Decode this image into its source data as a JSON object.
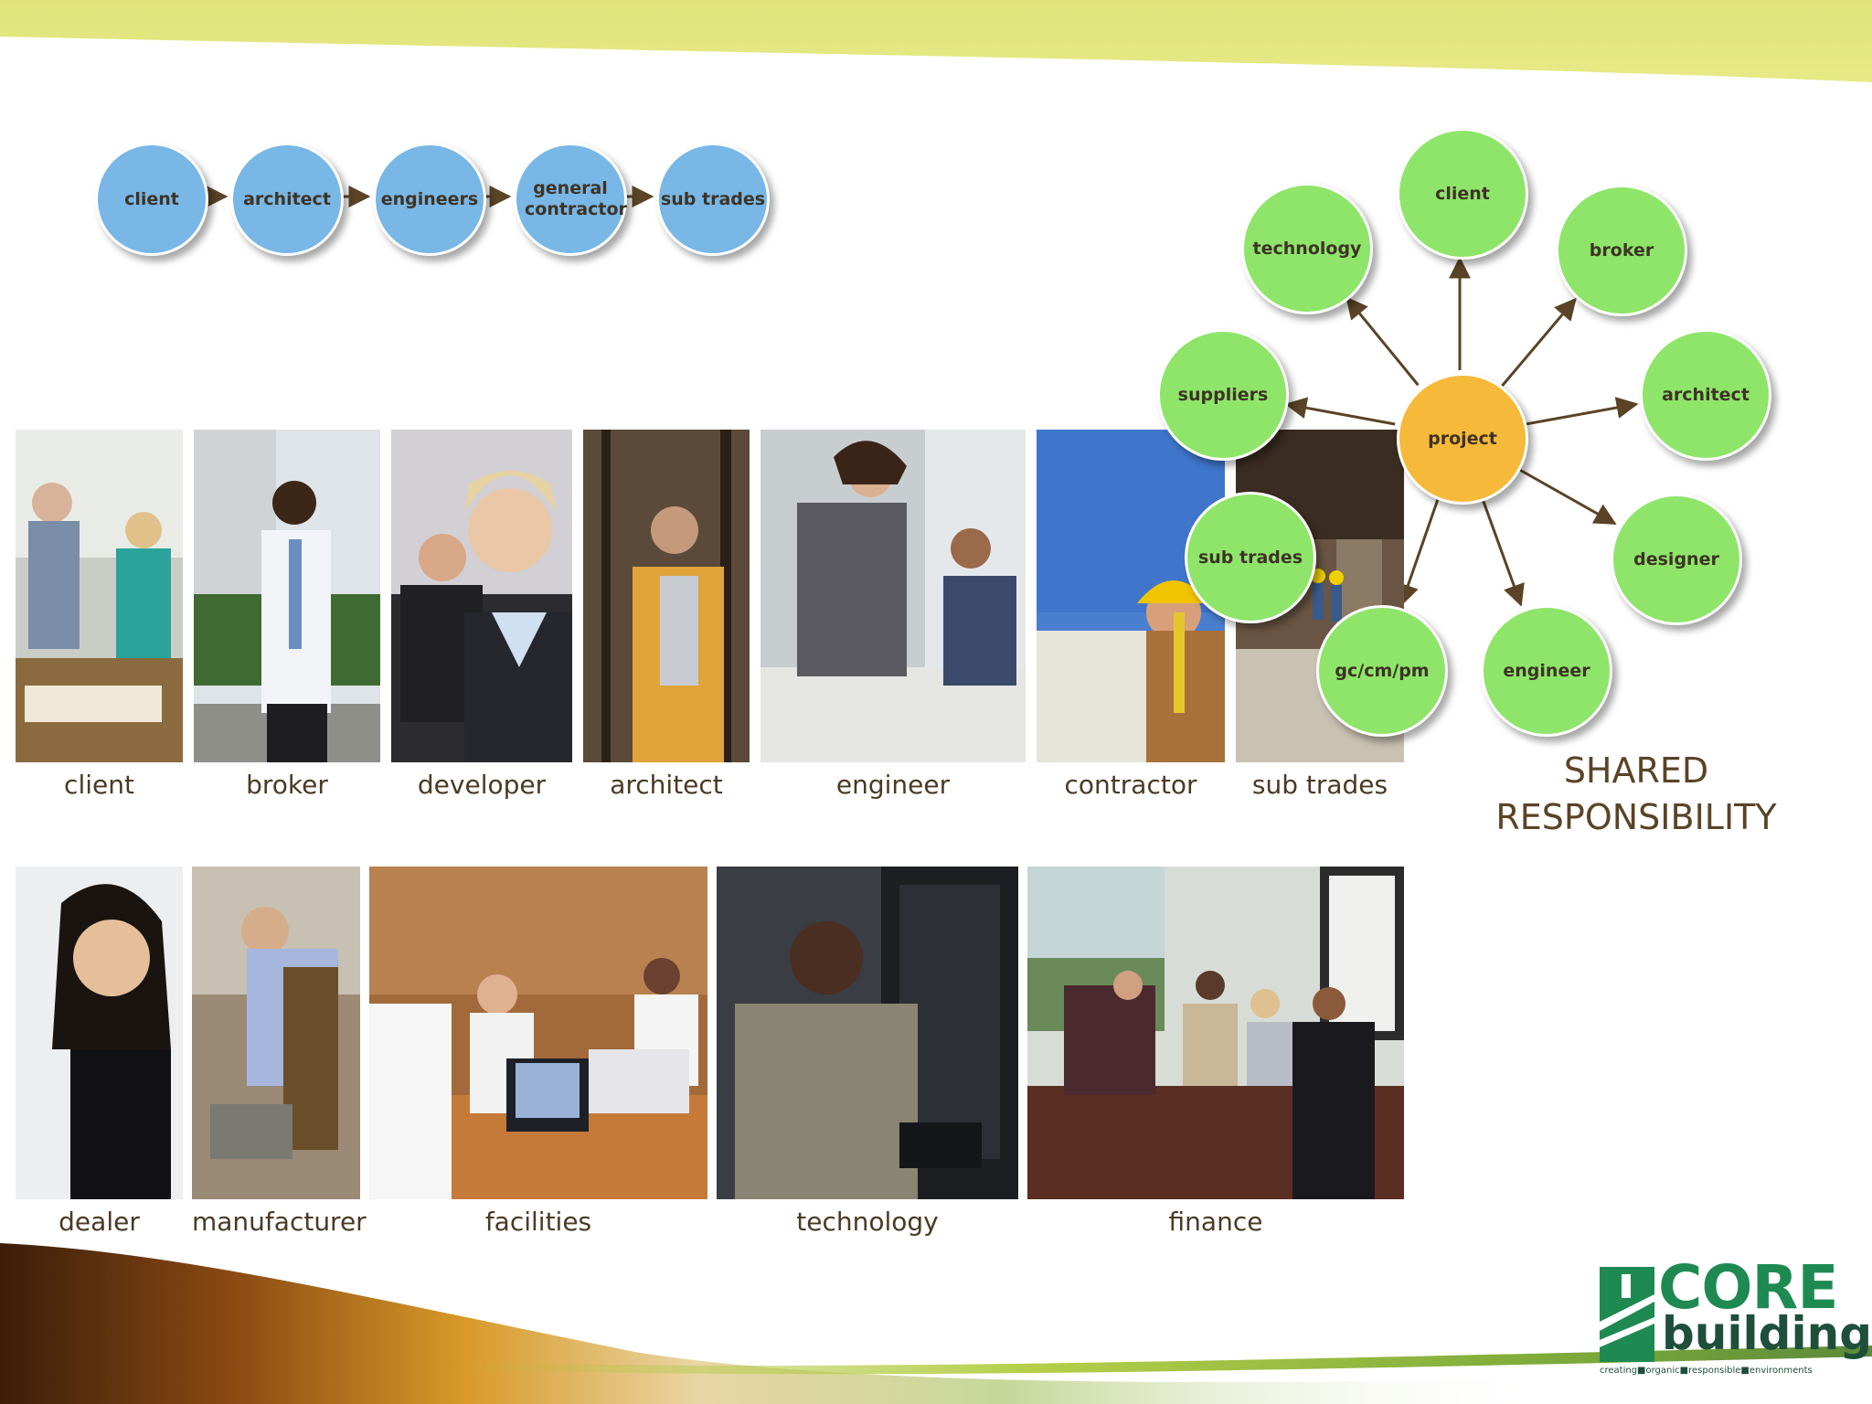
{
  "linear_flow": {
    "nodes": [
      "client",
      "architect",
      "engineers",
      "general contractor",
      "sub trades"
    ]
  },
  "hub": {
    "center": "project",
    "spokes": [
      "client",
      "broker",
      "architect",
      "designer",
      "engineer",
      "gc/cm/pm",
      "sub trades",
      "suppliers",
      "technology"
    ]
  },
  "row1_captions": [
    "client",
    "broker",
    "developer",
    "architect",
    "engineer",
    "contractor",
    "sub trades"
  ],
  "row2_captions": [
    "dealer",
    "manufacturer",
    "facilities",
    "technology",
    "finance"
  ],
  "shared_title": {
    "line1": "SHARED",
    "line2": "RESPONSIBILITY"
  },
  "logo": {
    "word1": "CORE",
    "word2": "building",
    "tagline": "creating■organic■responsible■environments"
  },
  "colors": {
    "blue_node": "#78b7e6",
    "green_node": "#8ee56a",
    "hub_node": "#f7b93a",
    "caption_text": "#4a3a24",
    "brand_green": "#1e8a52"
  }
}
